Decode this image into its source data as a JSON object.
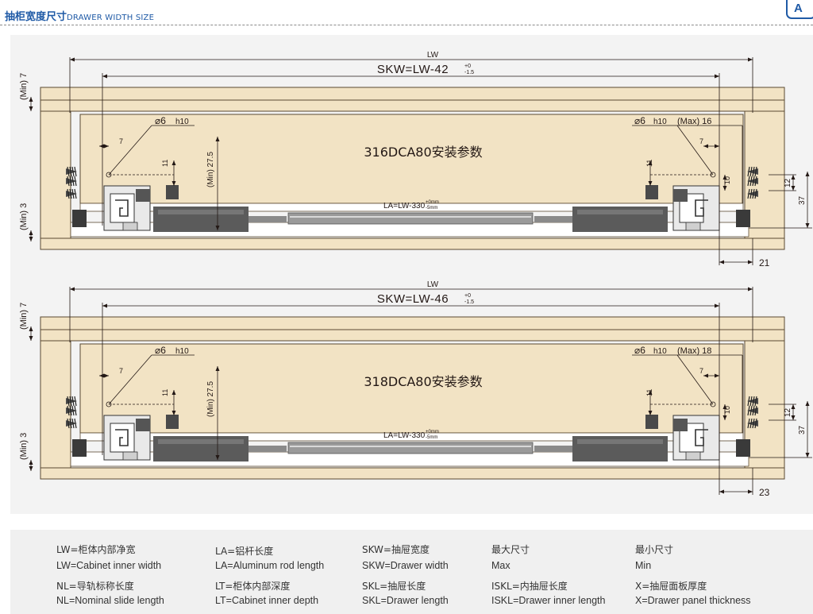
{
  "header": {
    "title_cn": "抽柜宽度尺寸",
    "title_en": "DRAWER WIDTH SIZE",
    "badge": "A"
  },
  "colors": {
    "panel": "#f2e3c4",
    "wood_outline": "#5a4a32",
    "accent": "#1f5aa6",
    "rail": "#5b5b5b",
    "stage_bg": "#f3f3f3"
  },
  "diagrams": [
    {
      "model_label": "316DCA80安装参数",
      "lw": "LW",
      "skw_base": "SKW=LW-42",
      "skw_tol_up": "+0",
      "skw_tol_down": "-1.5",
      "la_base": "LA=LW-330",
      "la_tol_up": "+0mm",
      "la_tol_down": "-5mm",
      "min7": "(Min) 7",
      "min3": "(Min) 3",
      "min275": "(Min) 27.5",
      "d6_left": "⌀6",
      "h10_left": "h10",
      "d6_right": "⌀6",
      "h10_right": "h10",
      "max": "(Max) 16",
      "dim7": "7",
      "dim11": "11",
      "dim10": "10",
      "dim12": "12",
      "dim37": "37",
      "bottom_dim": "21"
    },
    {
      "model_label": "318DCA80安装参数",
      "lw": "LW",
      "skw_base": "SKW=LW-46",
      "skw_tol_up": "+0",
      "skw_tol_down": "-1.5",
      "la_base": "LA=LW-330",
      "la_tol_up": "+0mm",
      "la_tol_down": "-5mm",
      "min7": "(Min) 7",
      "min3": "(Min) 3",
      "min275": "(Min) 27.5",
      "d6_left": "⌀6",
      "h10_left": "h10",
      "d6_right": "⌀6",
      "h10_right": "h10",
      "max": "(Max) 18",
      "dim7": "7",
      "dim11": "11",
      "dim10": "10",
      "dim12": "12",
      "dim37": "37",
      "bottom_dim": "23"
    }
  ],
  "legend": [
    {
      "cn": "LW=柜体内部净宽",
      "en": "LW=Cabinet inner width"
    },
    {
      "cn": "LA=铝杆长度",
      "en": "LA=Aluminum rod length"
    },
    {
      "cn": "SKW=抽屉宽度",
      "en": "SKW=Drawer width"
    },
    {
      "cn": "最大尺寸",
      "en": "Max"
    },
    {
      "cn": "最小尺寸",
      "en": "Min"
    },
    {
      "cn": "NL=导轨标称长度",
      "en": "NL=Nominal slide length"
    },
    {
      "cn": "LT=柜体内部深度",
      "en": "LT=Cabinet inner depth"
    },
    {
      "cn": "SKL=抽屉长度",
      "en": "SKL=Drawer length"
    },
    {
      "cn": "ISKL=内抽屉长度",
      "en": "ISKL=Drawer inner length"
    },
    {
      "cn": "X=抽屉面板厚度",
      "en": "X=Drawer panel thickness"
    }
  ]
}
